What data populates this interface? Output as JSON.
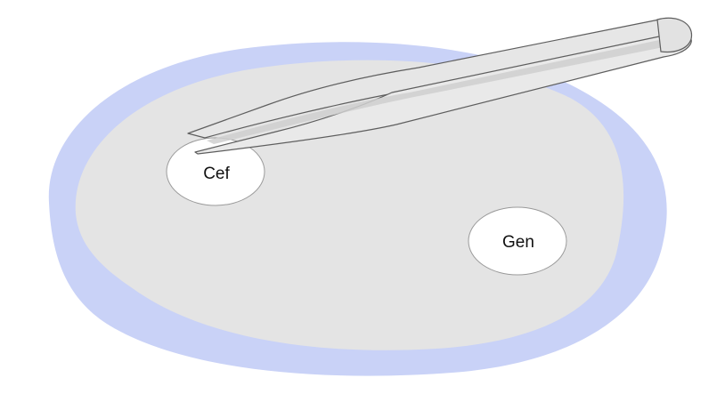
{
  "diagram": {
    "disks": [
      {
        "id": "disk-cef",
        "label": "Cef"
      },
      {
        "id": "disk-gen",
        "label": "Gen"
      }
    ],
    "colors": {
      "plate_rim": "#c9d2f7",
      "plate_agar": "#e4e4e4",
      "disk_fill": "#ffffff",
      "disk_stroke": "#9a9a9a",
      "forceps_fill": "#e6e6e6",
      "forceps_shadow": "#cfcfcf",
      "forceps_stroke": "#5e5e5e"
    }
  }
}
